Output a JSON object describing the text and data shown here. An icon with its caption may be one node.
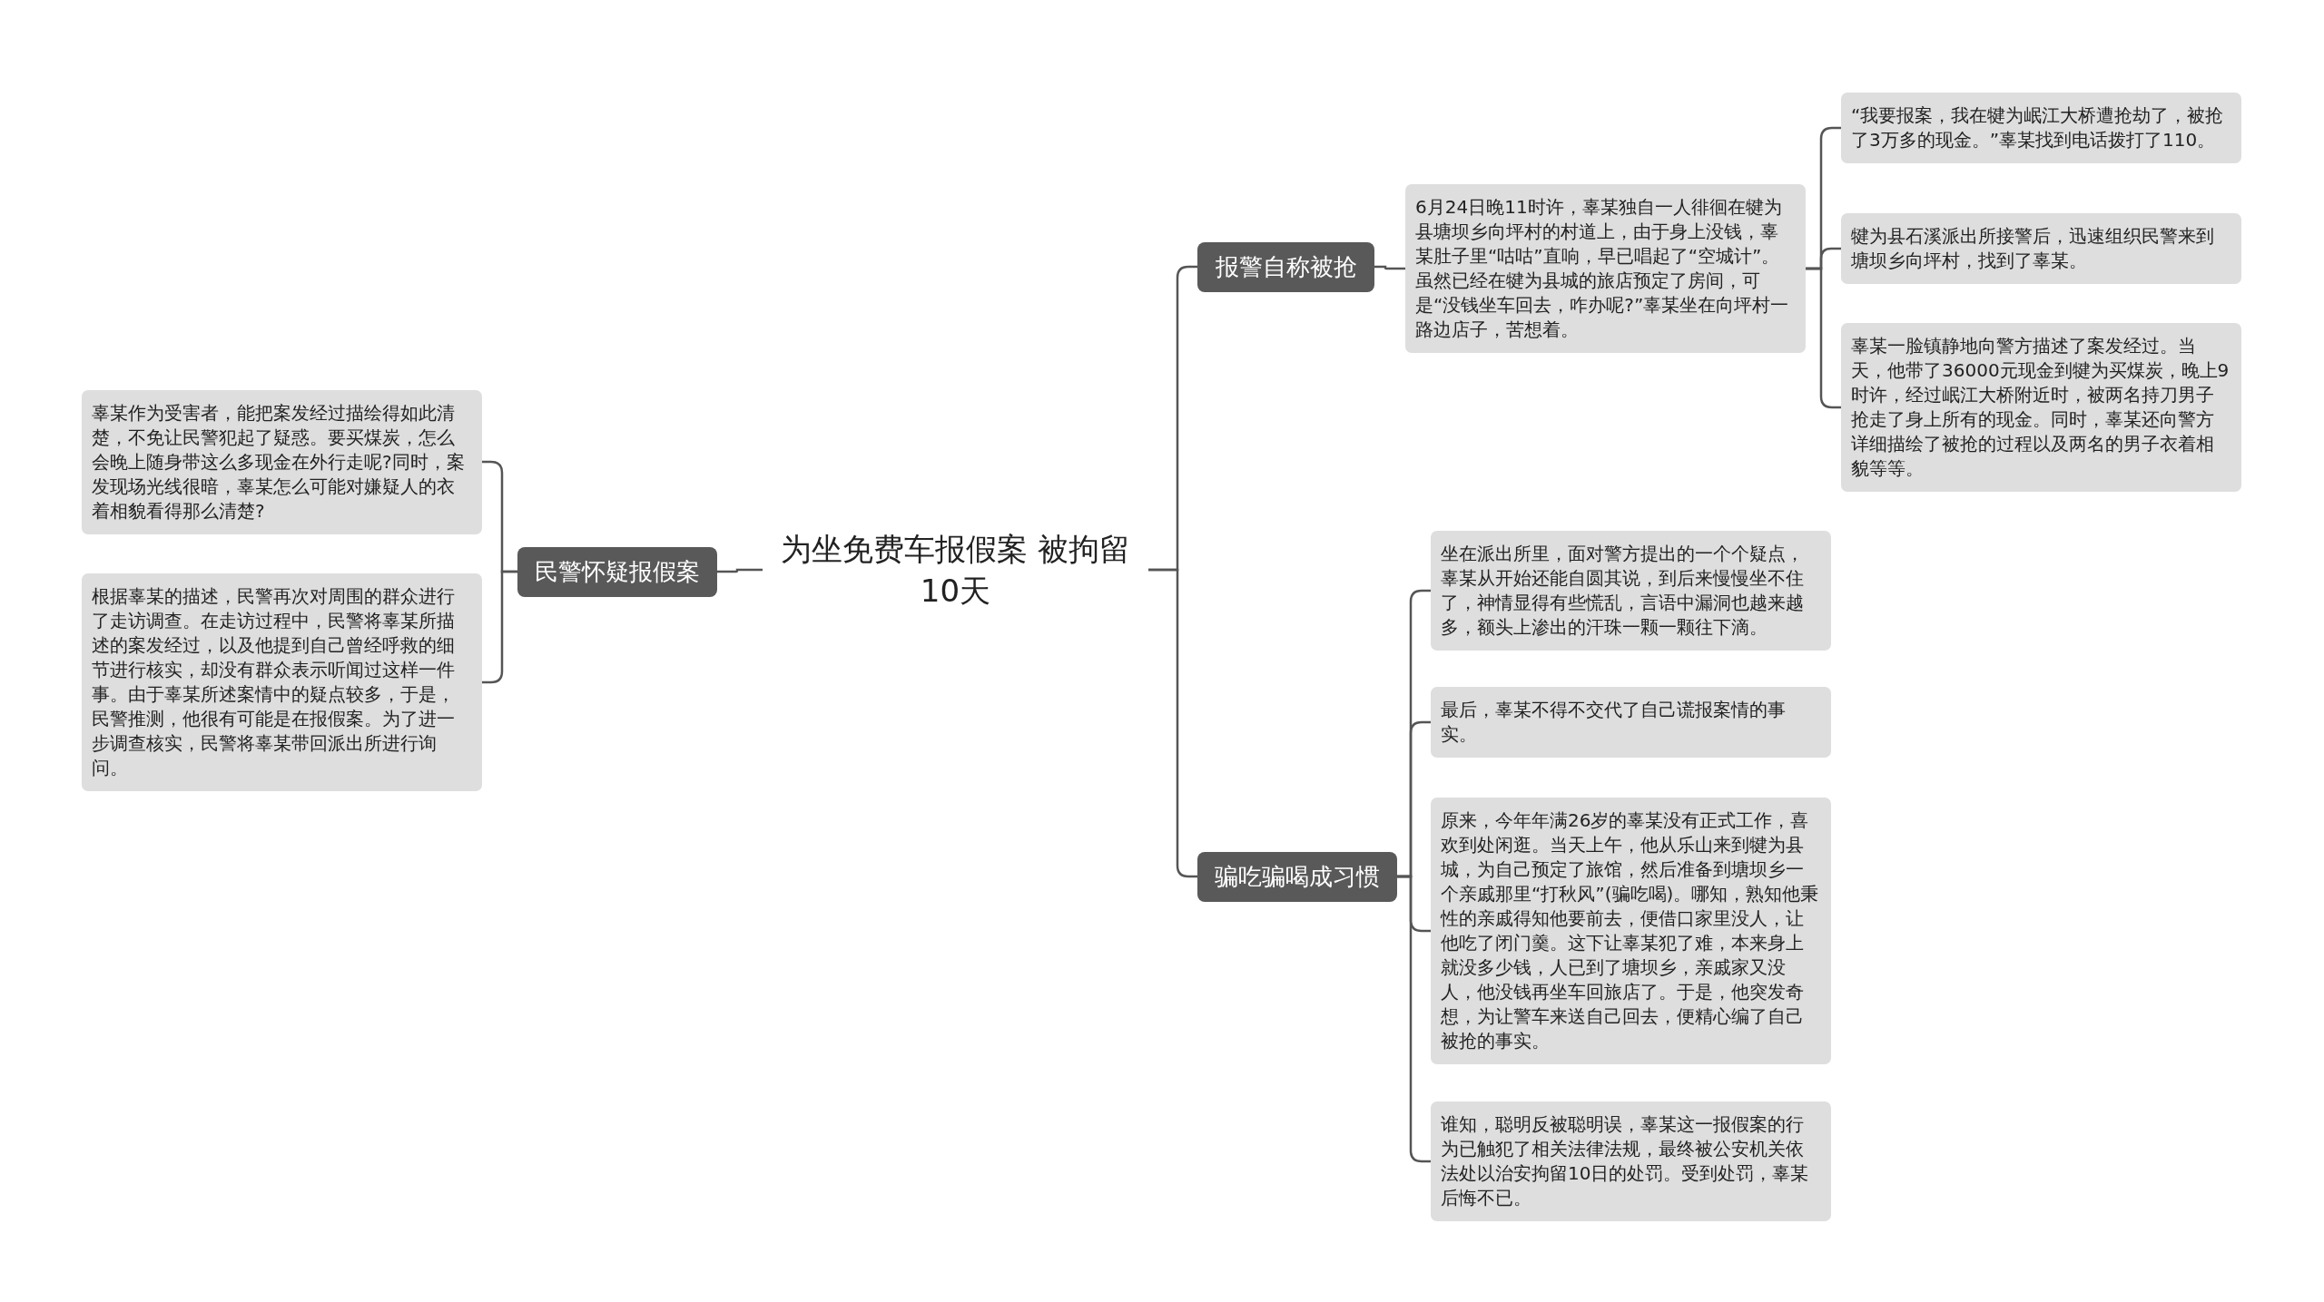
{
  "diagram": {
    "nodes": [
      {
        "text": [
          "为坐免费车报假案 被拘留10天"
        ]
      },
      {
        "text": [
          "报警自称被抢"
        ]
      },
      {
        "text": [
          "6月24日晚11时许，辜某独自一人徘徊在犍为县塘坝乡向坪村的村道上，由于身上没钱，辜某肚子里“咕咕”直响，早已唱起了“空城计”。虽然已经在犍为县城的旅店预定了房间，可是“没钱坐车回去，咋办呢?”辜某坐在向坪村一路边店子，苦想着。"
        ]
      },
      {
        "text": [
          "“我要报案，我在犍为岷江大桥遭抢劫了，被抢了3万多的现金。”辜某找到电话拨打了110。"
        ]
      },
      {
        "text": [
          "犍为县石溪派出所接警后，迅速组织民警来到塘坝乡向坪村，找到了辜某。"
        ]
      },
      {
        "text": [
          "辜某一脸镇静地向警方描述了案发经过。当天，他带了36000元现金到犍为买煤炭，晚上9时许，经过岷江大桥附近时，被两名持刀男子抢走了身上所有的现金。同时，辜某还向警方详细描绘了被抢的过程以及两名的男子衣着相貌等等。"
        ]
      },
      {
        "text": [
          "骗吃骗喝成习惯"
        ]
      },
      {
        "text": [
          "坐在派出所里，面对警方提出的一个个疑点，辜某从开始还能自圆其说，到后来慢慢坐不住了，神情显得有些慌乱，言语中漏洞也越来越多，额头上渗出的汗珠一颗一颗往下滴。"
        ]
      },
      {
        "text": [
          "最后，辜某不得不交代了自己谎报案情的事实。"
        ]
      },
      {
        "text": [
          "原来，今年年满26岁的辜某没有正式工作，喜欢到处闲逛。当天上午，他从乐山来到犍为县城，为自己预定了旅馆，然后准备到塘坝乡一个亲戚那里“打秋风”(骗吃喝)。哪知，熟知他秉性的亲戚得知他要前去，便借口家里没人，让他吃了闭门羹。这下让辜某犯了难，本来身上就没多少钱，人已到了塘坝乡，亲戚家又没人，他没钱再坐车回旅店了。于是，他突发奇想，为让警车来送自己回去，便精心编了自己被抢的事实。"
        ]
      },
      {
        "text": [
          "谁知，聪明反被聪明误，辜某这一报假案的行为已触犯了相关法律法规，最终被公安机关依法处以治安拘留10日的处罚。受到处罚，辜某后悔不已。"
        ]
      },
      {
        "text": [
          "民警怀疑报假案"
        ]
      },
      {
        "text": [
          "辜某作为受害者，能把案发经过描绘得如此清楚，不免让民警犯起了疑惑。要买煤炭，怎么会晚上随身带这么多现金在外行走呢?同时，案发现场光线很暗，辜某怎么可能对嫌疑人的衣着相貌看得那么清楚?"
        ]
      },
      {
        "text": [
          "根据辜某的描述，民警再次对周围的群众进行了走访调查。在走访过程中，民警将辜某所描述的案发经过，以及他提到自己曾经呼救的细节进行核实，却没有群众表示听闻过这样一件事。由于辜某所述案情中的疑点较多，于是，民警推测，他很有可能是在报假案。为了进一步调查核实，民警将辜某带回派出所进行询问。"
        ]
      }
    ],
    "edges": [
      {
        "from": 0,
        "to": 1,
        "arrow": "none"
      },
      {
        "from": 1,
        "to": 2,
        "arrow": "none"
      },
      {
        "from": 2,
        "to": 3,
        "arrow": "none"
      },
      {
        "from": 2,
        "to": 4,
        "arrow": "none"
      },
      {
        "from": 2,
        "to": 5,
        "arrow": "none"
      },
      {
        "from": 0,
        "to": 6,
        "arrow": "none"
      },
      {
        "from": 6,
        "to": 7,
        "arrow": "none"
      },
      {
        "from": 6,
        "to": 8,
        "arrow": "none"
      },
      {
        "from": 6,
        "to": 9,
        "arrow": "none"
      },
      {
        "from": 6,
        "to": 10,
        "arrow": "none"
      },
      {
        "from": 0,
        "to": 11,
        "arrow": "none"
      },
      {
        "from": 11,
        "to": 12,
        "arrow": "none"
      },
      {
        "from": 11,
        "to": 13,
        "arrow": "none"
      }
    ]
  }
}
